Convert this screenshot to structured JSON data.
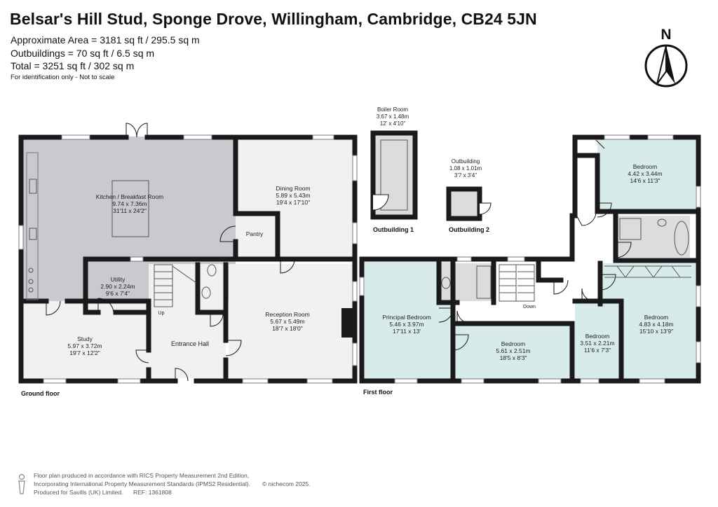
{
  "header": {
    "title": "Belsar's Hill Stud, Sponge Drove, Willingham, Cambridge, CB24 5JN",
    "area_line": "Approximate Area = 3181 sq ft / 295.5 sq m",
    "outbuildings_line": "Outbuildings = 70 sq ft / 6.5 sq m",
    "total_line": "Total = 3251 sq ft / 302 sq m",
    "disclaimer": "For identification only - Not to scale"
  },
  "compass": {
    "label": "N",
    "icon": "north-arrow-icon"
  },
  "floors": {
    "ground": {
      "label": "Ground floor",
      "rooms": [
        {
          "name": "Kitchen / Breakfast Room",
          "metric": "9.74 x 7.36m",
          "imperial": "31'11 x 24'2\""
        },
        {
          "name": "Dining Room",
          "metric": "5.89 x 5.43m",
          "imperial": "19'4 x 17'10\""
        },
        {
          "name": "Pantry"
        },
        {
          "name": "Utility",
          "metric": "2.90 x 2.24m",
          "imperial": "9'6 x 7'4\""
        },
        {
          "name": "Study",
          "metric": "5.97 x 3.72m",
          "imperial": "19'7 x 12'2\""
        },
        {
          "name": "Entrance Hall"
        },
        {
          "name": "Reception Room",
          "metric": "5.67 x 5.49m",
          "imperial": "18'7 x 18'0\""
        }
      ],
      "stairs_label": "Up"
    },
    "first": {
      "label": "First floor",
      "rooms": [
        {
          "name": "Bedroom",
          "metric": "4.42 x 3.44m",
          "imperial": "14'6 x 11'3\""
        },
        {
          "name": "Principal Bedroom",
          "metric": "5.46 x 3.97m",
          "imperial": "17'11 x 13'"
        },
        {
          "name": "Bedroom",
          "metric": "5.61 x 2.51m",
          "imperial": "18'5 x 8'3\""
        },
        {
          "name": "Bedroom",
          "metric": "3.51 x 2.21m",
          "imperial": "11'6 x 7'3\""
        },
        {
          "name": "Bedroom",
          "metric": "4.83 x 4.18m",
          "imperial": "15'10 x 13'9\""
        }
      ],
      "stairs_label": "Down"
    },
    "outbuilding_1": {
      "label": "Outbuilding 1",
      "room": {
        "name": "Boiler Room",
        "metric": "3.67 x 1.48m",
        "imperial": "12' x 4'10\""
      }
    },
    "outbuilding_2": {
      "label": "Outbuilding 2",
      "room": {
        "name": "Outbuilding",
        "metric": "1.08 x 1.01m",
        "imperial": "3'7 x 3'4\""
      }
    }
  },
  "footer": {
    "line1": "Floor plan produced in accordance with RICS Property Measurement 2nd Edition,",
    "line2": "Incorporating International Property Measurement Standards (IPMS2 Residential).",
    "copyright": "© nichecom 2025.",
    "line3": "Produced for Savills (UK) Limited.",
    "ref": "REF:  1361808"
  },
  "colors": {
    "wall": "#1a1a1a",
    "kitchen_fill": "#c9c9cf",
    "utility_fill": "#c9c9cf",
    "living_fill": "#f2f1f0",
    "bedroom_fill": "#d7ebea",
    "bathroom_fill": "#dcdcde"
  }
}
